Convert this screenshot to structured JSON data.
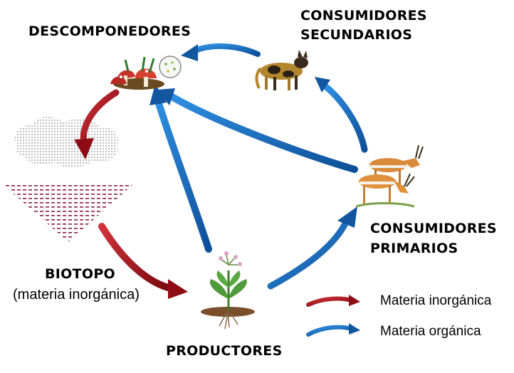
{
  "labels": {
    "descomponedores": "DESCOMPONEDORES",
    "consumidores_secundarios_1": "CONSUMIDORES",
    "consumidores_secundarios_2": "SECUNDARIOS",
    "consumidores_primarios_1": "CONSUMIDORES",
    "consumidores_primarios_2": "PRIMARIOS",
    "biotopo": "BIOTOPO",
    "biotopo_sub": "(materia inorgánica)",
    "productores": "PRODUCTORES"
  },
  "legend": {
    "inorganic": "Materia inorgánica",
    "organic": "Materia orgánica"
  },
  "colors": {
    "inorganic_arrow": "#a50d16",
    "organic_arrow": "#1c6fc2",
    "dotted_fill": "#8b1a3a"
  },
  "icons": {
    "decomposers": "mushrooms-icon",
    "secondary_consumer": "wild-dog-icon",
    "primary_consumer": "gazelles-icon",
    "producer": "plant-icon",
    "biotope": "soil-water-icon"
  }
}
